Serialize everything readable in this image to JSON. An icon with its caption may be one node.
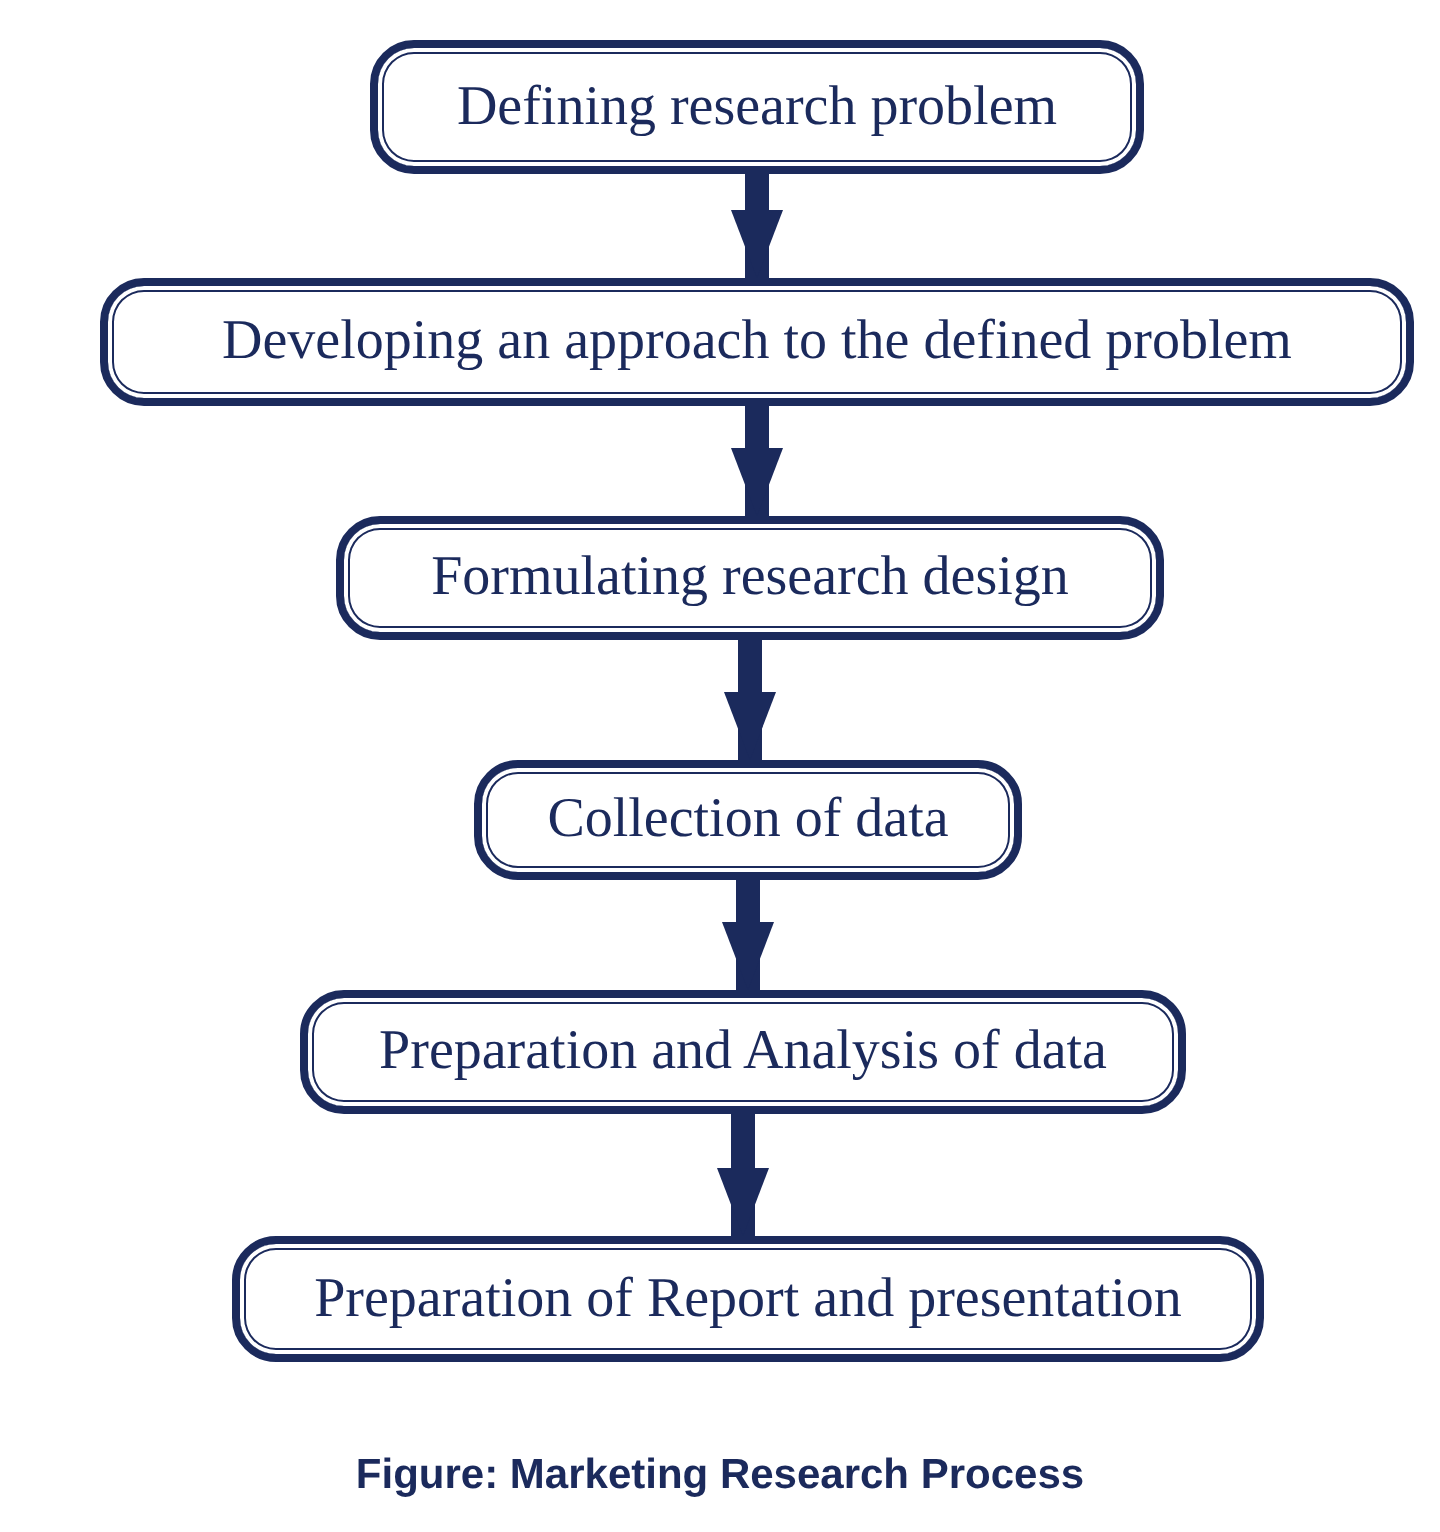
{
  "diagram": {
    "caption": "Figure: Marketing Research Process",
    "nodes": [
      {
        "text": [
          "Defining research problem"
        ]
      },
      {
        "text": [
          "Developing an approach to the defined problem"
        ]
      },
      {
        "text": [
          "Formulating research design"
        ]
      },
      {
        "text": [
          "Collection of data"
        ]
      },
      {
        "text": [
          "Preparation and Analysis of data"
        ]
      },
      {
        "text": [
          "Preparation of Report and presentation"
        ]
      }
    ],
    "edges": [
      {
        "from": 0,
        "to": 1,
        "arrow": "to"
      },
      {
        "from": 1,
        "to": 2,
        "arrow": "to"
      },
      {
        "from": 2,
        "to": 3,
        "arrow": "to"
      },
      {
        "from": 3,
        "to": 4,
        "arrow": "to"
      },
      {
        "from": 4,
        "to": 5,
        "arrow": "to"
      }
    ]
  }
}
